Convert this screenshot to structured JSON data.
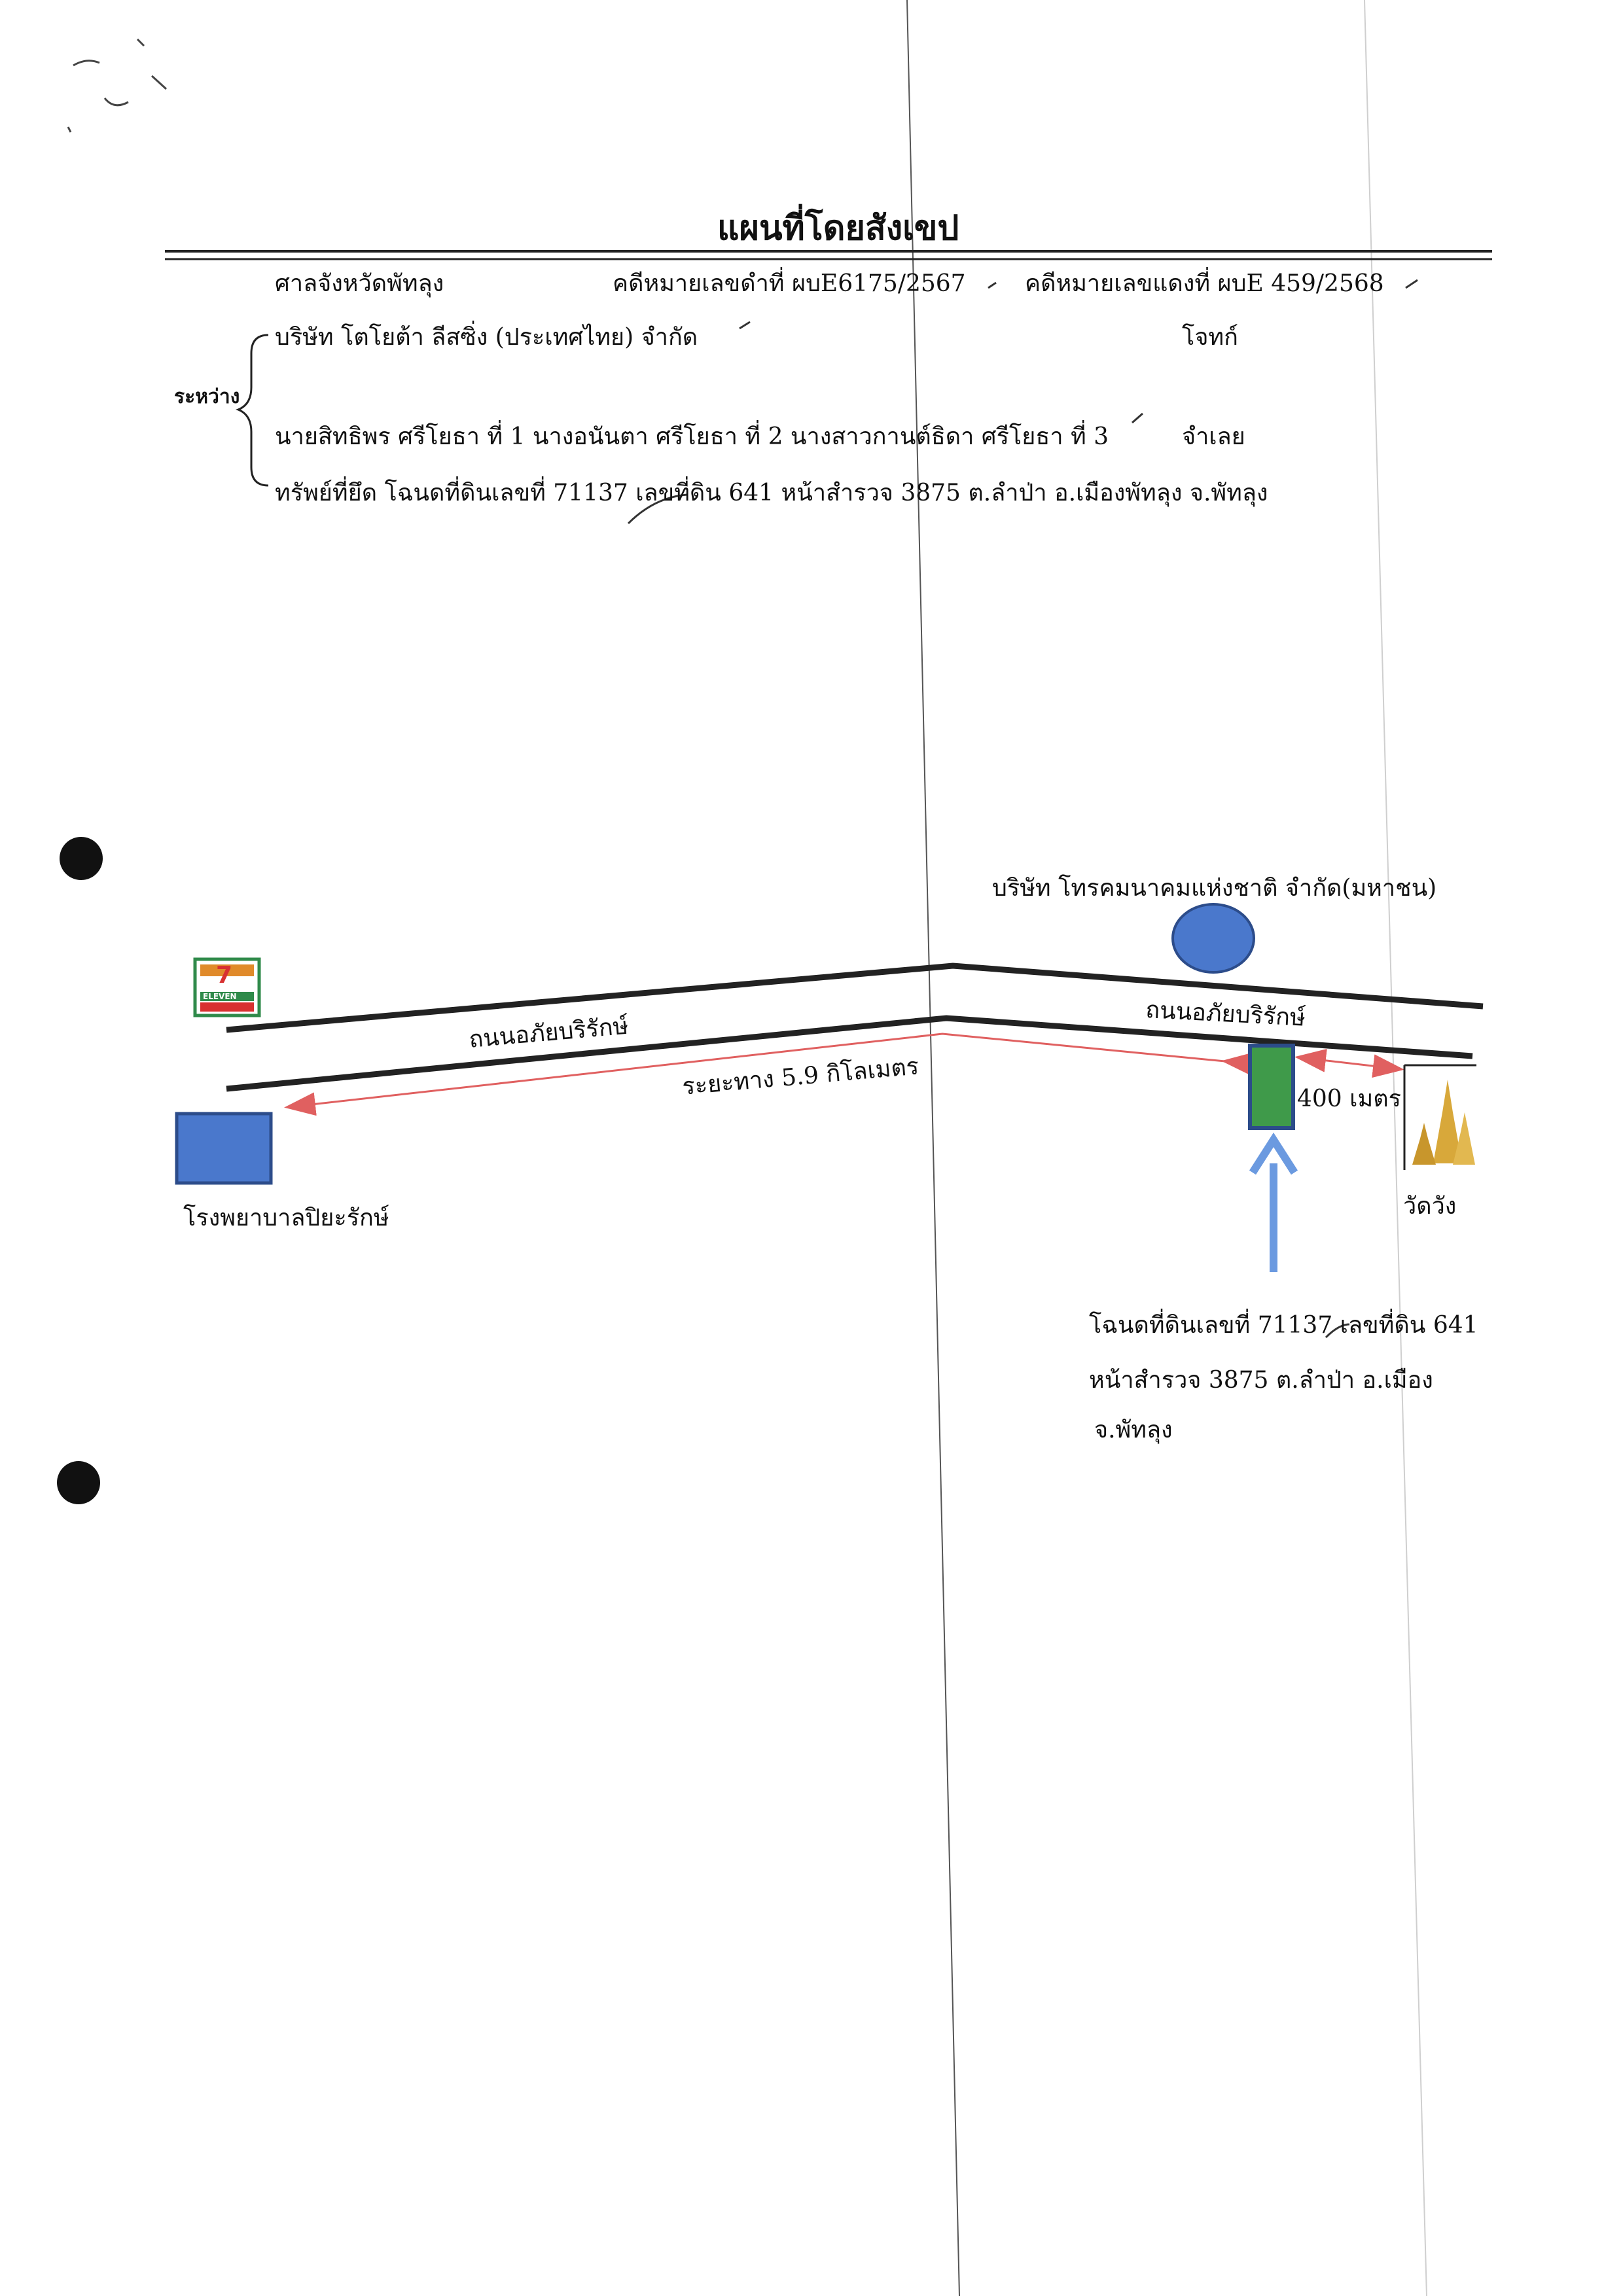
{
  "header": {
    "title": "แผนที่โดยสังเขป",
    "court": "ศาลจังหวัดพัทลุง",
    "black_case": "คดีหมายเลขดำที่ ผบE6175/2567",
    "red_case": "คดีหมายเลขแดงที่ ผบE 459/2568"
  },
  "parties": {
    "between_label": "ระหว่าง",
    "plaintiff": "บริษัท โตโยต้า ลีสซิ่ง (ประเทศไทย) จำกัด",
    "plaintiff_role": "โจทก์",
    "defendants": "นายสิทธิพร ศรีโยธา ที่ 1 นางอนันตา ศรีโยธา ที่ 2 นางสาวกานต์ธิดา ศรีโยธา ที่ 3",
    "defendant_role": "จำเลย"
  },
  "seized_property": "ทรัพย์ที่ยึด  โฉนดที่ดินเลขที่ 71137 เลขที่ดิน 641 หน้าสำรวจ 3875 ต.ลำป่า  อ.เมืองพัทลุง จ.พัทลุง",
  "map": {
    "company_label": "บริษัท โทรคมนาคมแห่งชาติ จำกัด(มหาชน)",
    "road_left": "ถนนอภัยบริรักษ์",
    "road_right": "ถนนอภัยบริรักษ์",
    "distance": "ระยะทาง 5.9 กิโลเมตร",
    "distance_temple": "400 เมตร",
    "hospital": "โรงพยาบาลปิยะรักษ์",
    "temple": "วัดวัง",
    "store_logo_text": "ELEVEN",
    "store_logo_number": "7",
    "property_line1": "โฉนดที่ดินเลขที่ 71137 เลขที่ดิน 641",
    "property_line2": "หน้าสำรวจ 3875 ต.ลำป่า  อ.เมือง",
    "property_line3": "จ.พัทลุง"
  },
  "colors": {
    "road": "#222222",
    "distance_arrow": "#e06060",
    "blue_marker": "#4a78cc",
    "property_fill": "#3f9a4a",
    "arrow_blue": "#6b9ae0",
    "temple_gold": "#d8a83a"
  }
}
